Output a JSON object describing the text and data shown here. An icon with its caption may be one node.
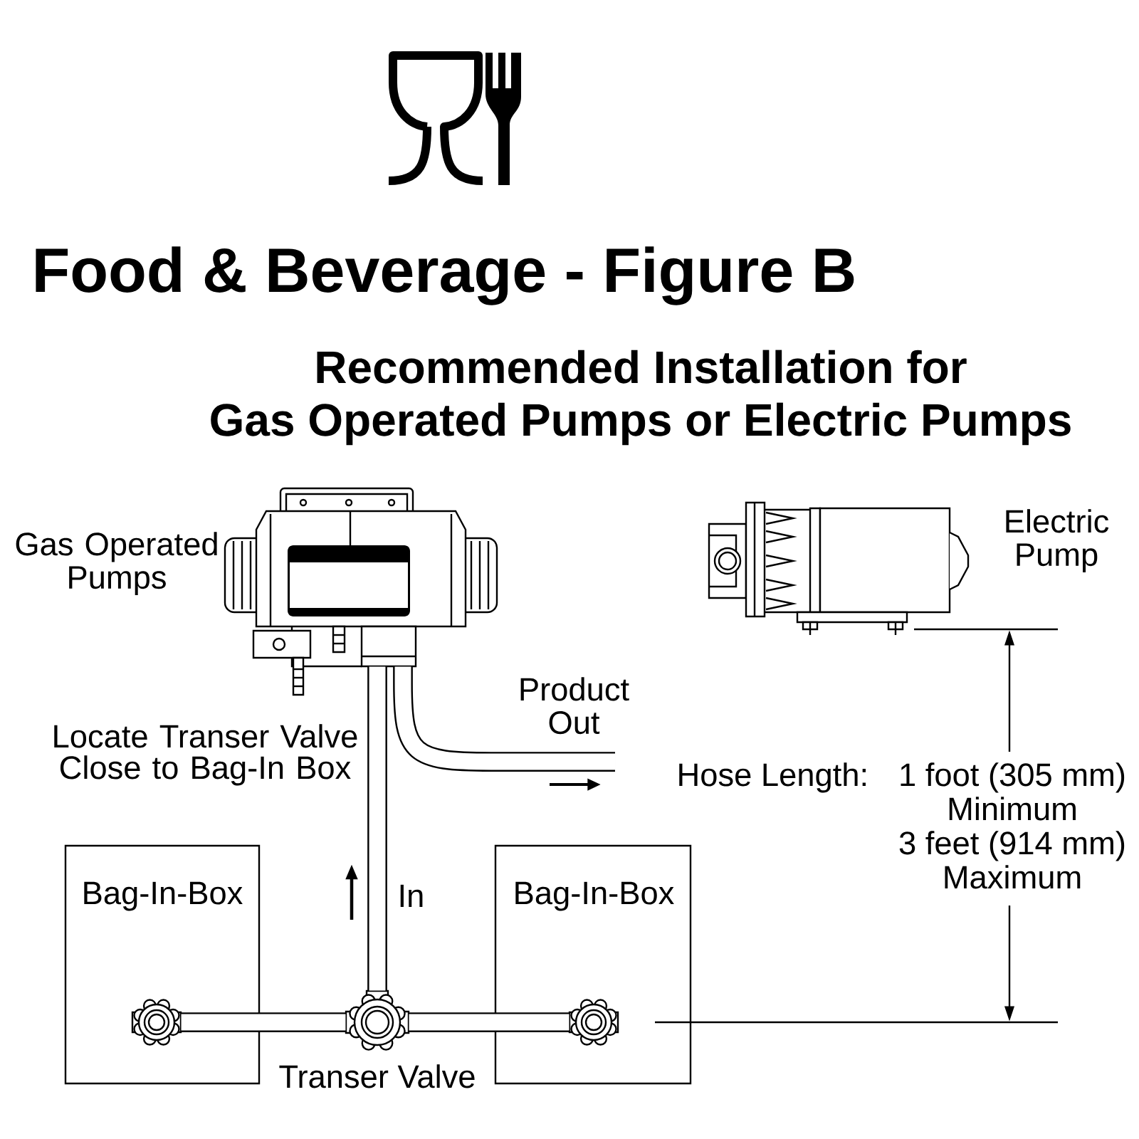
{
  "diagram": {
    "title": "Food & Beverage - Figure B",
    "nodes": [
      {
        "text": [
          "Gas Operated Pumps"
        ]
      },
      {
        "text": [
          "Electric Pump"
        ]
      },
      {
        "text": [
          "Bag-In-Box"
        ]
      },
      {
        "text": [],
        "shape": "picture",
        "in": 2
      },
      {
        "text": [
          "Transer Valve"
        ]
      },
      {
        "text": [
          "Bag-In-Box"
        ]
      },
      {
        "text": [],
        "shape": "picture",
        "in": 5
      }
    ],
    "edges": [
      {
        "from": 4,
        "to": 0,
        "arrow": "none",
        "label": "In"
      },
      {
        "from": 0,
        "to": null,
        "arrow": "none",
        "label": "Product Out"
      },
      {
        "from": 3,
        "to": 4,
        "arrow": "none"
      },
      {
        "from": 6,
        "to": 4,
        "arrow": "none"
      }
    ],
    "labels": [
      "Recommended Installation for",
      "Gas Operated Pumps or Electric Pumps",
      "Locate Transer Valve Close to Bag-In Box",
      "Hose Length:",
      "1 foot (305 mm)",
      "Minimum",
      "3 feet (914 mm)",
      "Maximum"
    ]
  }
}
